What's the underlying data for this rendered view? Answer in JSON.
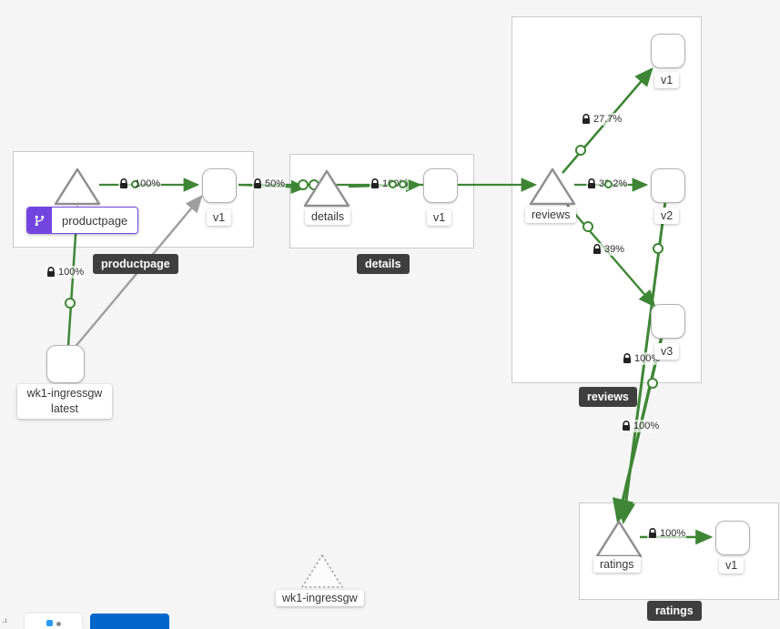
{
  "colors": {
    "background": "#f5f5f5",
    "edge_green": "#3e8635",
    "edge_idle_gray": "#9e9e9e",
    "virtual_service_purple": "#7345e0",
    "group_badge_bg": "#3f3f3f",
    "primary_blue": "#0066cc"
  },
  "groups": {
    "productpage": {
      "label": "productpage"
    },
    "details": {
      "label": "details"
    },
    "reviews": {
      "label": "reviews"
    },
    "ratings": {
      "label": "ratings"
    }
  },
  "nodes": {
    "productpage_service": {
      "label": "productpage",
      "type": "service",
      "badge": "virtual-service"
    },
    "productpage_v1": {
      "label": "v1",
      "type": "workload"
    },
    "details_service": {
      "label": "details",
      "type": "service"
    },
    "details_v1": {
      "label": "v1",
      "type": "workload"
    },
    "reviews_service": {
      "label": "reviews",
      "type": "service"
    },
    "reviews_v1": {
      "label": "v1",
      "type": "workload"
    },
    "reviews_v2": {
      "label": "v2",
      "type": "workload"
    },
    "reviews_v3": {
      "label": "v3",
      "type": "workload"
    },
    "ratings_service": {
      "label": "ratings",
      "type": "service"
    },
    "ratings_v1": {
      "label": "v1",
      "type": "workload"
    },
    "gw_workload": {
      "label": "wk1-ingressgw",
      "version": "latest",
      "type": "workload"
    },
    "gw_service_idle": {
      "label": "wk1-ingressgw",
      "type": "service",
      "idle": true
    }
  },
  "edges": {
    "gw_to_productpage": {
      "label": "100%",
      "secure": true
    },
    "productpage_to_v1": {
      "label": "100%",
      "secure": true
    },
    "ppv1_to_details": {
      "label": "50%",
      "secure": true
    },
    "details_to_v1": {
      "label": "100%",
      "secure": true
    },
    "reviews_to_v1": {
      "label": "27.7%",
      "secure": true
    },
    "reviews_to_v2": {
      "label": "33.2%",
      "secure": true
    },
    "reviews_to_v3": {
      "label": "39%",
      "secure": true
    },
    "v3_to_ratings": {
      "label": "100%",
      "secure": true
    },
    "v2_to_ratings": {
      "label": "100%",
      "secure": true
    },
    "ratings_to_v1": {
      "label": "100%",
      "secure": true
    }
  }
}
